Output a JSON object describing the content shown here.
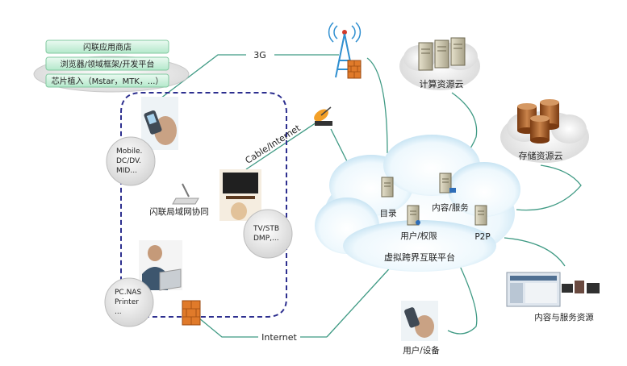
{
  "platform_stack": {
    "app_store": "闪联应用商店",
    "browser_framework": "浏览器/领域框架/开发平台",
    "chip_embed": "芯片植入（Mstar，MTK，...）"
  },
  "connections": {
    "threeg": "3G",
    "cable_internet": "Cable/Internet",
    "internet": "Internet"
  },
  "lan": {
    "label": "闪联局域网协同",
    "mobile_lines": [
      "Mobile.",
      "DC/DV.",
      "MID..."
    ],
    "tv_lines": [
      "TV/STB",
      "DMP,..."
    ],
    "pc_lines": [
      "PC.NAS",
      "Printer",
      "..."
    ]
  },
  "clouds": {
    "compute": "计算资源云",
    "storage": "存储资源云",
    "platform": "虚拟跨界互联平台"
  },
  "platform_services": {
    "directory": "目录",
    "content_service": "内容/服务",
    "user_permission": "用户/权限",
    "p2p": "P2P"
  },
  "resources": {
    "content_resources": "内容与服务资源",
    "user_device": "用户/设备"
  }
}
